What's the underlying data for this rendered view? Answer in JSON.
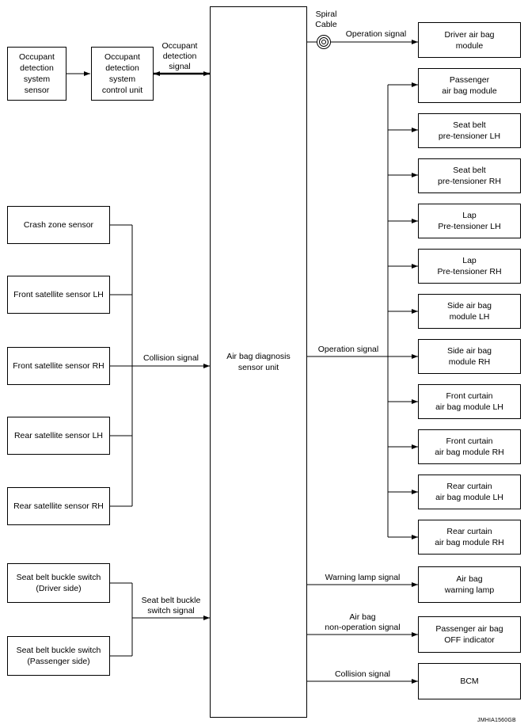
{
  "diagram": {
    "center_unit": "Air bag diagnosis\nsensor unit",
    "occupant": {
      "sensor": "Occupant\ndetection\nsystem\nsensor",
      "control_unit": "Occupant\ndetection\nsystem\ncontrol unit",
      "signal_label": "Occupant\ndetection\nsignal"
    },
    "collision_inputs": [
      "Crash zone sensor",
      "Front satellite sensor LH",
      "Front satellite sensor RH",
      "Rear satellite sensor LH",
      "Rear satellite sensor RH"
    ],
    "collision_signal_label": "Collision signal",
    "buckle_inputs": [
      "Seat belt buckle switch\n(Driver side)",
      "Seat belt buckle switch\n(Passenger side)"
    ],
    "buckle_signal_label": "Seat belt buckle\nswitch signal",
    "spiral_cable_label": "Spiral\nCable",
    "driver_operation_label": "Operation signal",
    "driver_module": "Driver air bag\nmodule",
    "operation_signal_label": "Operation signal",
    "operation_outputs": [
      "Passenger\nair bag module",
      "Seat belt\npre-tensioner LH",
      "Seat belt\npre-tensioner RH",
      "Lap\nPre-tensioner LH",
      "Lap\nPre-tensioner RH",
      "Side air bag\nmodule LH",
      "Side air bag\nmodule RH",
      "Front curtain\nair bag module LH",
      "Front curtain\nair bag module RH",
      "Rear curtain\nair bag module LH",
      "Rear curtain\nair bag module RH"
    ],
    "warning_signal_label": "Warning lamp signal",
    "warning_lamp": "Air bag\nwarning lamp",
    "non_operation_label": "Air bag\nnon-operation signal",
    "passenger_off_indicator": "Passenger air bag\nOFF indicator",
    "bcm_signal_label": "Collision signal",
    "bcm": "BCM",
    "figure_code": "JMHIA1560GB"
  }
}
